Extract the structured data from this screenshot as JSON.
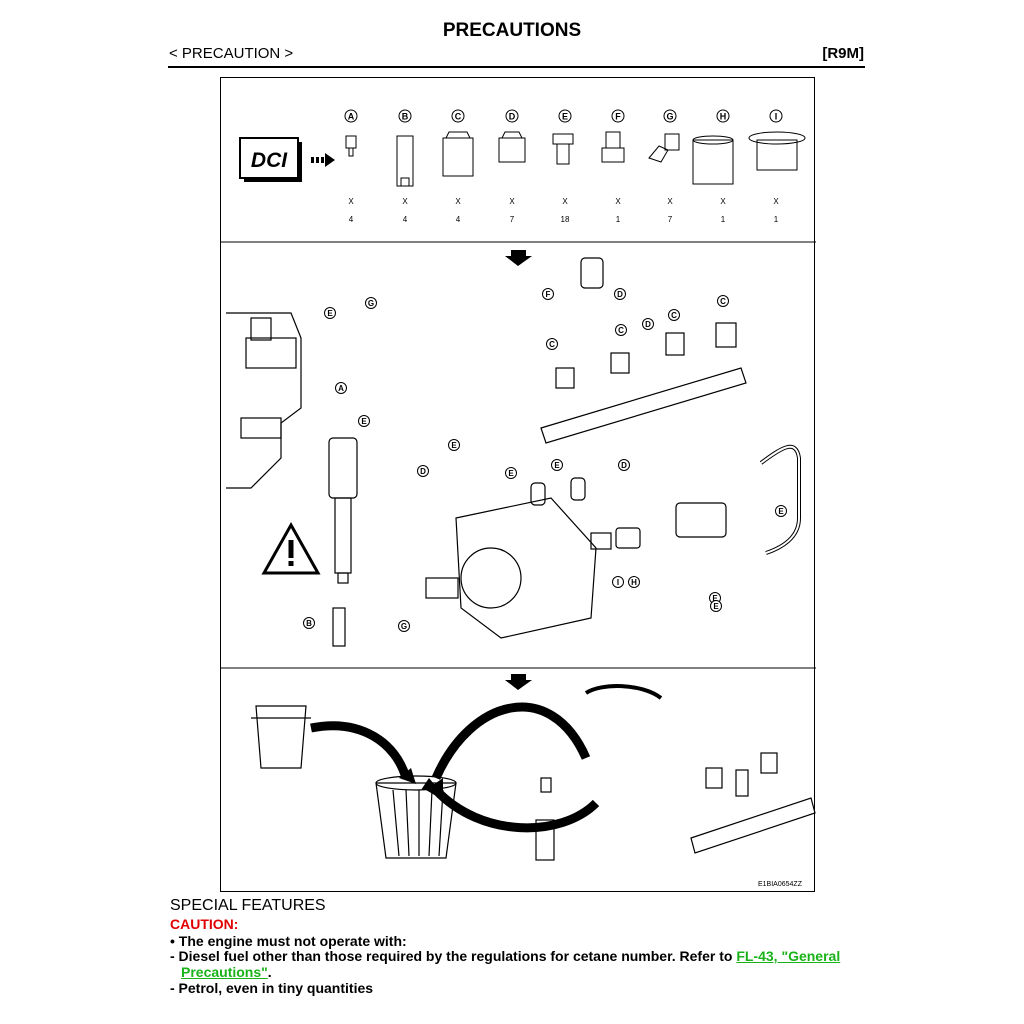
{
  "header": {
    "title": "PRECAUTIONS",
    "section": "< PRECAUTION >",
    "model": "[R9M]"
  },
  "figure": {
    "dci_label": "DCI",
    "parts": [
      {
        "letter": "A",
        "mult": "X",
        "qty": "4"
      },
      {
        "letter": "B",
        "mult": "X",
        "qty": "4"
      },
      {
        "letter": "C",
        "mult": "X",
        "qty": "4"
      },
      {
        "letter": "D",
        "mult": "X",
        "qty": "7"
      },
      {
        "letter": "E",
        "mult": "X",
        "qty": "18"
      },
      {
        "letter": "F",
        "mult": "X",
        "qty": "1"
      },
      {
        "letter": "G",
        "mult": "X",
        "qty": "7"
      },
      {
        "letter": "H",
        "mult": "X",
        "qty": "1"
      },
      {
        "letter": "I",
        "mult": "X",
        "qty": "1"
      }
    ],
    "callouts": [
      "E",
      "G",
      "A",
      "E",
      "E",
      "D",
      "B",
      "G",
      "F",
      "D",
      "C",
      "C",
      "D",
      "C",
      "C",
      "E",
      "E",
      "D",
      "E",
      "E",
      "I",
      "H",
      "E"
    ],
    "figure_id": "E1BIA0654ZZ"
  },
  "text": {
    "special_features": "SPECIAL FEATURES",
    "caution": "CAUTION:",
    "bullet1": "• The engine must not operate with:",
    "bullet2_prefix": "- Diesel fuel other than those required by the regulations for cetane number. Refer to ",
    "bullet2_link_line1": "FL-43, \"General",
    "bullet2_link_line2": "Precautions\"",
    "bullet2_suffix": ".",
    "bullet3": "- Petrol, even in tiny quantities"
  },
  "colors": {
    "caution": "#e00000",
    "link": "#19b319"
  }
}
